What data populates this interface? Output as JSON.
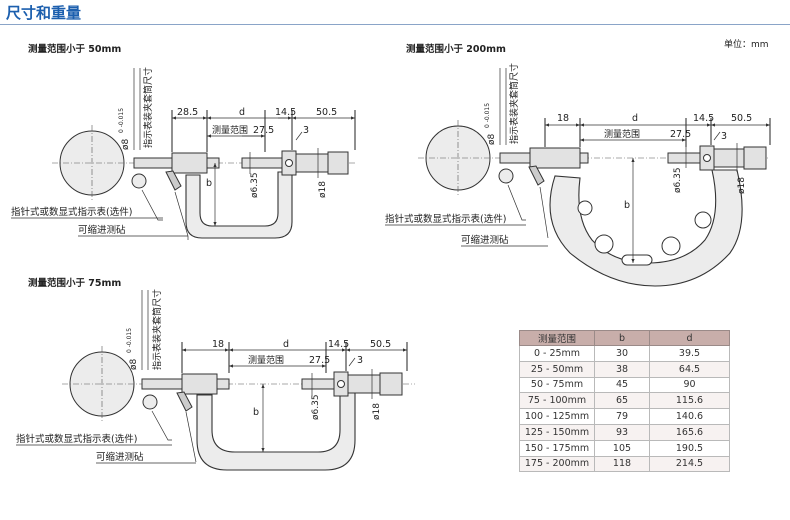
{
  "page_title": "尺寸和重量",
  "unit_note": "单位：mm",
  "drawings": [
    {
      "heading": "测量范围小于 50mm",
      "labels": {
        "stem_vertical": "指示表装夹套筒尺寸",
        "stem_dia": "ø8",
        "stem_tol": "0 -0.015",
        "dim_left": "28.5",
        "dim_d": "d",
        "dim_range": "测量范围",
        "dim_27_5": "27.5",
        "dim_14_5": "14.5",
        "dim_50_5": "50.5",
        "dim_3": "3",
        "dim_b": "b",
        "dim_6_35": "ø6.35",
        "dim_18": "ø18",
        "callout_indicator": "指针式或数显式指示表(选件)",
        "callout_anvil": "可缩进测砧"
      }
    },
    {
      "heading": "测量范围小于 200mm",
      "labels": {
        "stem_vertical": "指示表装夹套筒尺寸",
        "stem_dia": "ø8",
        "stem_tol": "0 -0.015",
        "dim_left": "18",
        "dim_d": "d",
        "dim_range": "测量范围",
        "dim_27_5": "27.5",
        "dim_14_5": "14.5",
        "dim_50_5": "50.5",
        "dim_3": "3",
        "dim_b": "b",
        "dim_6_35": "ø6.35",
        "dim_18": "ø18",
        "callout_indicator": "指针式或数显式指示表(选件)",
        "callout_anvil": "可缩进测砧"
      }
    },
    {
      "heading": "测量范围小于 75mm",
      "labels": {
        "stem_vertical": "指示表装夹套筒尺寸",
        "stem_dia": "ø8",
        "stem_tol": "0 -0.015",
        "dim_left": "18",
        "dim_d": "d",
        "dim_range": "测量范围",
        "dim_27_5": "27.5",
        "dim_14_5": "14.5",
        "dim_50_5": "50.5",
        "dim_3": "3",
        "dim_b": "b",
        "dim_6_35": "ø6.35",
        "dim_18": "ø18",
        "callout_indicator": "指针式或数显式指示表(选件)",
        "callout_anvil": "可缩进测砧"
      }
    }
  ],
  "table": {
    "headers": [
      "测量范围",
      "b",
      "d"
    ],
    "rows": [
      [
        "0 - 25mm",
        "30",
        "39.5"
      ],
      [
        "25 - 50mm",
        "38",
        "64.5"
      ],
      [
        "50 - 75mm",
        "45",
        "90"
      ],
      [
        "75 - 100mm",
        "65",
        "115.6"
      ],
      [
        "100 - 125mm",
        "79",
        "140.6"
      ],
      [
        "125 - 150mm",
        "93",
        "165.6"
      ],
      [
        "150 - 175mm",
        "105",
        "190.5"
      ],
      [
        "175 - 200mm",
        "118",
        "214.5"
      ]
    ]
  }
}
